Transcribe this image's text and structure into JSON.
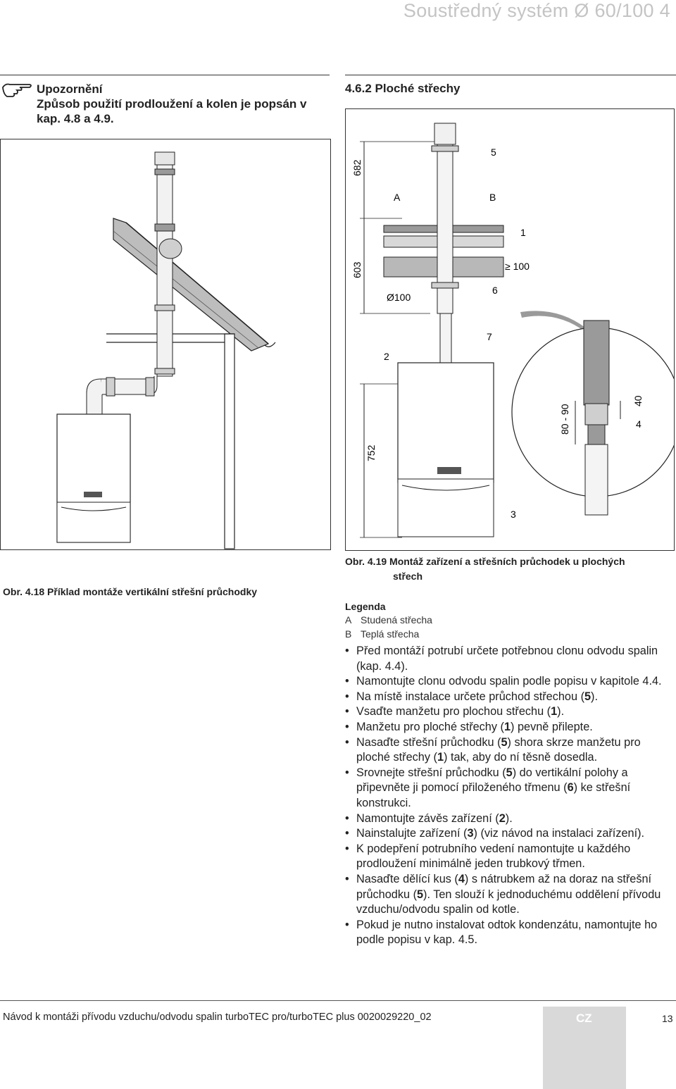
{
  "header": {
    "title": "Soustředný systém Ø 60/100 4"
  },
  "note": {
    "title": "Upozornění",
    "text": "Způsob použití prodloužení a kolen je popsán v kap. 4.8 a 4.9."
  },
  "section": {
    "title": "4.6.2  Ploché střechy"
  },
  "fig_left": {
    "caption": "Obr. 4.18 Příklad montáže vertikální střešní průchodky"
  },
  "fig_right": {
    "caption_line1": "Obr. 4.19 Montáž zařízení a střešních průchodek u plochých",
    "caption_line2": "střech",
    "labels": {
      "dim_682": "682",
      "dim_603": "603",
      "dim_752": "752",
      "dim_80_90": "80 - 90",
      "dim_40": "40",
      "dim_100": "≥ 100",
      "dia_100": "Ø100",
      "A": "A",
      "B": "B",
      "n1": "1",
      "n2": "2",
      "n3": "3",
      "n4": "4",
      "n5": "5",
      "n6": "6",
      "n7": "7"
    }
  },
  "legend": {
    "title": "Legenda",
    "items": [
      {
        "key": "A",
        "text": "Studená střecha"
      },
      {
        "key": "B",
        "text": "Teplá střecha"
      }
    ]
  },
  "steps": [
    "Před montáží potrubí určete potřebnou clonu odvodu spalin (kap. 4.4).",
    "Namontujte clonu odvodu spalin podle popisu v kapitole 4.4.",
    "Na místě instalace určete průchod střechou (5).",
    "Vsaďte manžetu pro plochou střechu (1).",
    "Manžetu pro ploché střechy (1) pevně přilepte.",
    "Nasaďte střešní průchodku (5) shora skrze manžetu pro ploché střechy (1) tak, aby do ní těsně dosedla.",
    "Srovnejte střešní průchodku (5) do vertikální polohy a připevněte ji pomocí přiloženého třmenu (6) ke střešní konstrukci.",
    "Namontujte závěs zařízení (2).",
    "Nainstalujte zařízení (3) (viz návod na instalaci zařízení).",
    "K podepření potrubního vedení namontujte u každého prodloužení minimálně jeden trubkový třmen.",
    "Nasaďte dělící kus (4) s nátrubkem až na doraz na střešní průchodku (5). Ten slouží k jednoduchému oddělení přívodu vzduchu/odvodu spalin od kotle.",
    "Pokud je nutno instalovat odtok kondenzátu, namontujte ho podle popisu v kap. 4.5."
  ],
  "footer": {
    "text": "Návod k montáži přívodu vzduchu/odvodu spalin turboTEC pro/turboTEC plus 0020029220_02",
    "lang": "CZ",
    "page": "13"
  }
}
